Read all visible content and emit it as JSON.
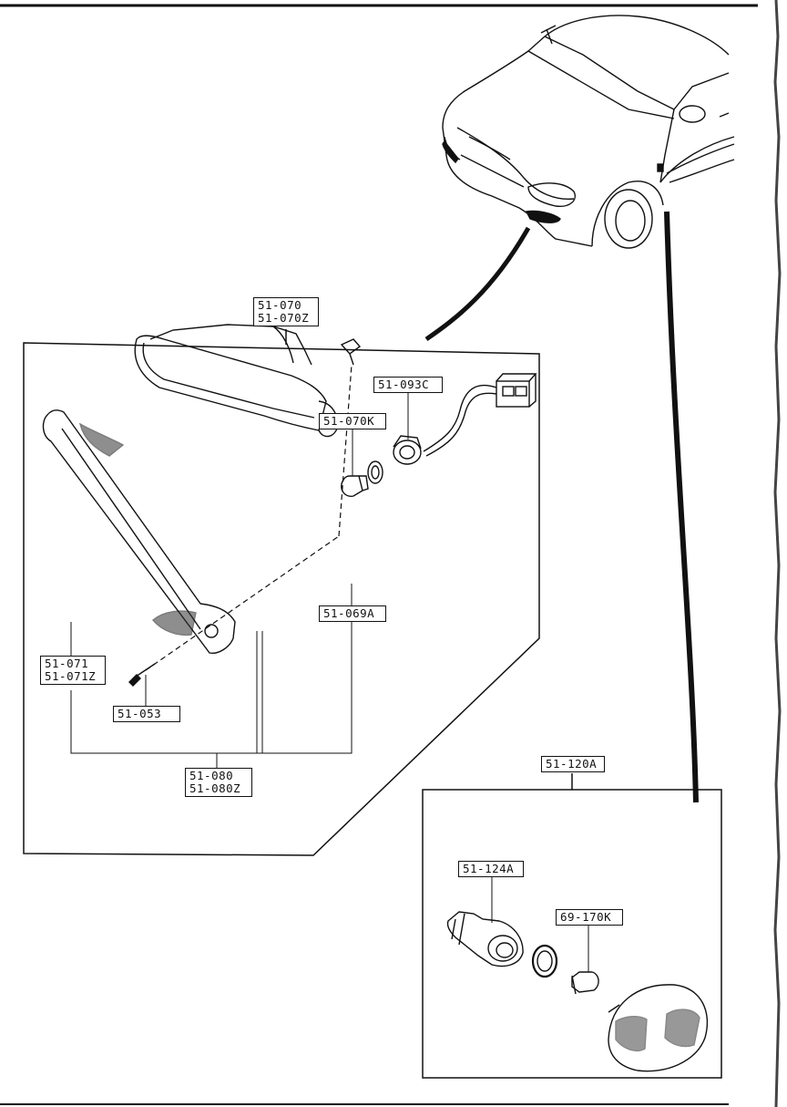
{
  "callouts": {
    "asm_front_a": "51-070",
    "asm_front_b": "51-070Z",
    "harness": "51-093C",
    "bulb_front": "51-070K",
    "gasket": "51-069A",
    "lens_a": "51-071",
    "lens_b": "51-071Z",
    "screw": "51-053",
    "housing_a": "51-080",
    "housing_b": "51-080Z",
    "side_asm": "51-120A",
    "socket": "51-124A",
    "bulb_side": "69-170K"
  }
}
